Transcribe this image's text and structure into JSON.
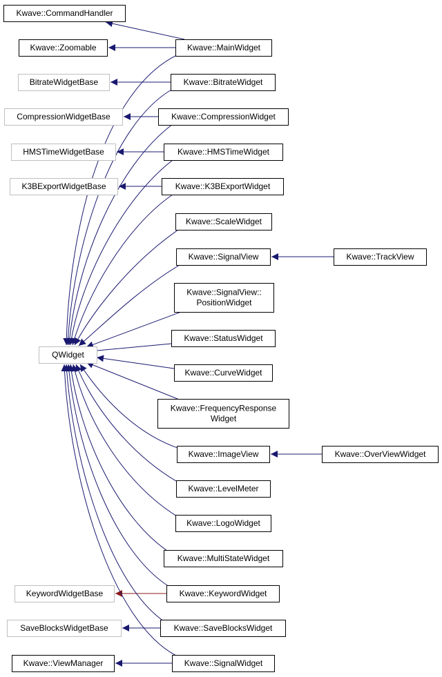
{
  "colors": {
    "blue": "#191970",
    "darkred": "#8b1a1a",
    "black_border": "#000000",
    "gray_border": "#bfbfbf"
  },
  "nodes": {
    "commandhandler": {
      "lines": [
        "Kwave::CommandHandler"
      ],
      "style": "class"
    },
    "zoomable": {
      "lines": [
        "Kwave::Zoomable"
      ],
      "style": "class"
    },
    "bitratebase": {
      "lines": [
        "BitrateWidgetBase"
      ],
      "style": "external"
    },
    "compressionbase": {
      "lines": [
        "CompressionWidgetBase"
      ],
      "style": "external"
    },
    "hmsbase": {
      "lines": [
        "HMSTimeWidgetBase"
      ],
      "style": "external"
    },
    "k3bbase": {
      "lines": [
        "K3BExportWidgetBase"
      ],
      "style": "external"
    },
    "qwidget": {
      "lines": [
        "QWidget"
      ],
      "style": "external"
    },
    "keywordbase": {
      "lines": [
        "KeywordWidgetBase"
      ],
      "style": "external"
    },
    "saveblocksbase": {
      "lines": [
        "SaveBlocksWidgetBase"
      ],
      "style": "external"
    },
    "viewmanager": {
      "lines": [
        "Kwave::ViewManager"
      ],
      "style": "class"
    },
    "mainwidget": {
      "lines": [
        "Kwave::MainWidget"
      ],
      "style": "class"
    },
    "bitratewidget": {
      "lines": [
        "Kwave::BitrateWidget"
      ],
      "style": "class"
    },
    "compressionwidget": {
      "lines": [
        "Kwave::CompressionWidget"
      ],
      "style": "class"
    },
    "hmstimewidget": {
      "lines": [
        "Kwave::HMSTimeWidget"
      ],
      "style": "class"
    },
    "k3bexportwidget": {
      "lines": [
        "Kwave::K3BExportWidget"
      ],
      "style": "class"
    },
    "scalewidget": {
      "lines": [
        "Kwave::ScaleWidget"
      ],
      "style": "class"
    },
    "signalview": {
      "lines": [
        "Kwave::SignalView"
      ],
      "style": "class"
    },
    "positionwidget": {
      "lines": [
        "Kwave::SignalView::",
        "PositionWidget"
      ],
      "style": "class"
    },
    "statuswidget": {
      "lines": [
        "Kwave::StatusWidget"
      ],
      "style": "class"
    },
    "curvewidget": {
      "lines": [
        "Kwave::CurveWidget"
      ],
      "style": "class"
    },
    "freqresponse": {
      "lines": [
        "Kwave::FrequencyResponse",
        "Widget"
      ],
      "style": "class"
    },
    "imageview": {
      "lines": [
        "Kwave::ImageView"
      ],
      "style": "class"
    },
    "levelmeter": {
      "lines": [
        "Kwave::LevelMeter"
      ],
      "style": "class"
    },
    "logowidget": {
      "lines": [
        "Kwave::LogoWidget"
      ],
      "style": "class"
    },
    "multistatewidget": {
      "lines": [
        "Kwave::MultiStateWidget"
      ],
      "style": "class"
    },
    "keywordwidget": {
      "lines": [
        "Kwave::KeywordWidget"
      ],
      "style": "class"
    },
    "saveblockswidget": {
      "lines": [
        "Kwave::SaveBlocksWidget"
      ],
      "style": "class"
    },
    "signalwidget": {
      "lines": [
        "Kwave::SignalWidget"
      ],
      "style": "class"
    },
    "trackview": {
      "lines": [
        "Kwave::TrackView"
      ],
      "style": "class"
    },
    "overviewwidget": {
      "lines": [
        "Kwave::OverViewWidget"
      ],
      "style": "class"
    }
  },
  "edges": [
    {
      "from": "mainwidget",
      "to": "commandhandler",
      "color": "blue"
    },
    {
      "from": "mainwidget",
      "to": "zoomable",
      "color": "blue"
    },
    {
      "from": "bitratewidget",
      "to": "bitratebase",
      "color": "blue"
    },
    {
      "from": "compressionwidget",
      "to": "compressionbase",
      "color": "blue"
    },
    {
      "from": "hmstimewidget",
      "to": "hmsbase",
      "color": "blue"
    },
    {
      "from": "k3bexportwidget",
      "to": "k3bbase",
      "color": "blue"
    },
    {
      "from": "trackview",
      "to": "signalview",
      "color": "blue"
    },
    {
      "from": "overviewwidget",
      "to": "imageview",
      "color": "blue"
    },
    {
      "from": "keywordwidget",
      "to": "keywordbase",
      "color": "darkred"
    },
    {
      "from": "saveblockswidget",
      "to": "saveblocksbase",
      "color": "blue"
    },
    {
      "from": "signalwidget",
      "to": "viewmanager",
      "color": "blue"
    },
    {
      "from": "mainwidget",
      "to": "qwidget",
      "color": "blue"
    },
    {
      "from": "bitratewidget",
      "to": "qwidget",
      "color": "blue"
    },
    {
      "from": "compressionwidget",
      "to": "qwidget",
      "color": "blue"
    },
    {
      "from": "hmstimewidget",
      "to": "qwidget",
      "color": "blue"
    },
    {
      "from": "k3bexportwidget",
      "to": "qwidget",
      "color": "blue"
    },
    {
      "from": "scalewidget",
      "to": "qwidget",
      "color": "blue"
    },
    {
      "from": "signalview",
      "to": "qwidget",
      "color": "blue"
    },
    {
      "from": "positionwidget",
      "to": "qwidget",
      "color": "blue"
    },
    {
      "from": "statuswidget",
      "to": "qwidget",
      "color": "blue"
    },
    {
      "from": "curvewidget",
      "to": "qwidget",
      "color": "blue"
    },
    {
      "from": "freqresponse",
      "to": "qwidget",
      "color": "blue"
    },
    {
      "from": "imageview",
      "to": "qwidget",
      "color": "blue"
    },
    {
      "from": "levelmeter",
      "to": "qwidget",
      "color": "blue"
    },
    {
      "from": "logowidget",
      "to": "qwidget",
      "color": "blue"
    },
    {
      "from": "multistatewidget",
      "to": "qwidget",
      "color": "blue"
    },
    {
      "from": "keywordwidget",
      "to": "qwidget",
      "color": "blue"
    },
    {
      "from": "saveblockswidget",
      "to": "qwidget",
      "color": "blue"
    },
    {
      "from": "signalwidget",
      "to": "qwidget",
      "color": "blue"
    }
  ]
}
